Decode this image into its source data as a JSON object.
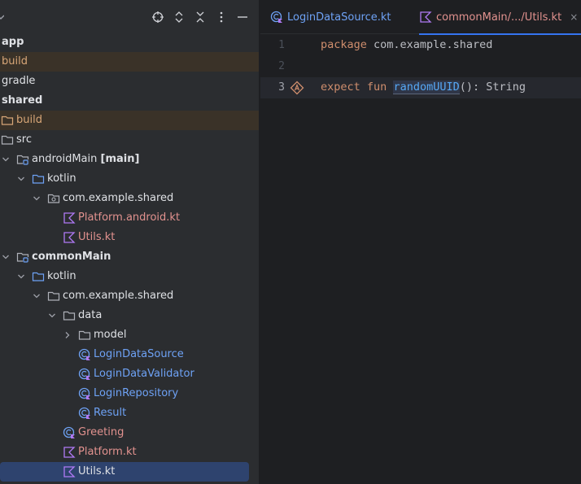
{
  "colors": {
    "panel_bg": "#2b2d30",
    "editor_bg": "#1e1f22",
    "excluded_bg": "#3a3228",
    "selected_bg": "#2e436e",
    "accent": "#3574f0",
    "keyword": "#cf8e6d",
    "function": "#56a8f5"
  },
  "toolbar": {
    "icons": [
      "locate-icon",
      "expand-collapse-icon",
      "collapse-all-icon",
      "options-icon",
      "hide-icon"
    ]
  },
  "tree": {
    "app": "app",
    "build_root": "build",
    "gradle": "gradle",
    "shared": "shared",
    "build_shared": "build",
    "src": "src",
    "android_main": "androidMain",
    "android_main_tag": "[main]",
    "kotlin_android": "kotlin",
    "pkg_android": "com.example.shared",
    "platform_android": "Platform.android.kt",
    "utils_android": "Utils.kt",
    "common_main": "commonMain",
    "kotlin_common": "kotlin",
    "pkg_common": "com.example.shared",
    "data": "data",
    "model": "model",
    "login_data_source": "LoginDataSource",
    "login_data_validator": "LoginDataValidator",
    "login_repository": "LoginRepository",
    "result": "Result",
    "greeting": "Greeting",
    "platform_kt": "Platform.kt",
    "utils_kt": "Utils.kt"
  },
  "tabs": [
    {
      "label": "LoginDataSource.kt",
      "active": false
    },
    {
      "label": "commonMain/.../Utils.kt",
      "active": true,
      "close": "×"
    }
  ],
  "code": {
    "line_numbers": [
      "1",
      "2",
      "3"
    ],
    "line1": {
      "kw": "package",
      "rest": " com.example.shared"
    },
    "line3": {
      "kw1": "expect",
      "kw2": "fun",
      "fn": "randomUUID",
      "rest": "(): String"
    }
  }
}
